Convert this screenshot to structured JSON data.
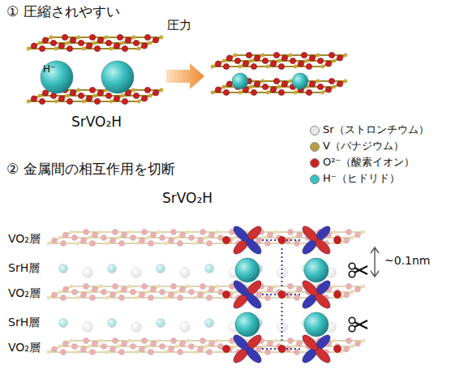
{
  "diagram": {
    "labels": [
      "① 圧縮されやすい",
      "H⁻",
      "圧力",
      "SrVO₂H",
      "② 金属間の相互作用を切断",
      "SrVO₂H",
      "VO₂層",
      "SrH層",
      "VO₂層",
      "SrH層",
      "VO₂層",
      "~0.1nm"
    ],
    "legend": [
      {
        "text": "Sr（ストロンチウム）",
        "color": "#e8e8e8"
      },
      {
        "text": "V（バナジウム）",
        "color": "#b8a040"
      },
      {
        "text": "O²⁻（酸素イオン）",
        "color": "#cc2020"
      },
      {
        "text": "H⁻（ヒドリド）",
        "color": "#3cc0c0"
      }
    ]
  }
}
